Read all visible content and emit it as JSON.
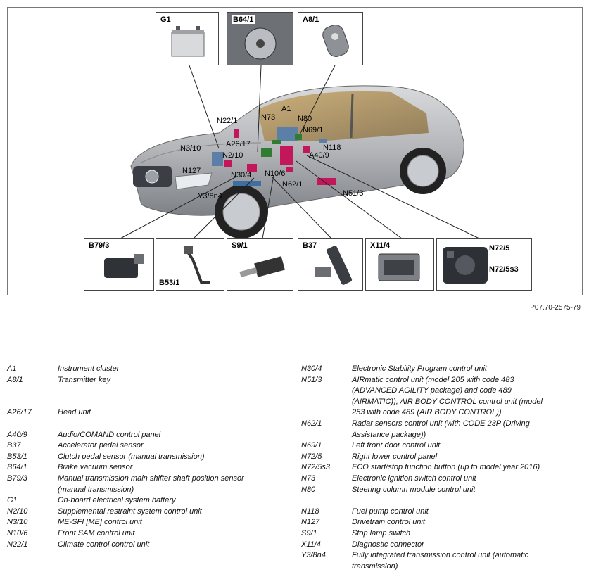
{
  "figure": {
    "reference": "P07.70-2575-79",
    "callouts": [
      "A1",
      "A26/17",
      "A40/9",
      "N10/6",
      "N118",
      "N127",
      "N2/10",
      "N22/1",
      "N3/10",
      "N30/4",
      "N51/3",
      "N62/1",
      "N69/1",
      "N73",
      "N80",
      "Y3/8n4"
    ],
    "panels": {
      "g1": "G1",
      "b64_1": "B64/1",
      "a8_1": "A8/1",
      "b79_3": "B79/3",
      "b53_1": "B53/1",
      "s9_1": "S9/1",
      "b37": "B37",
      "x11_4": "X11/4",
      "n72_5": "N72/5",
      "n72_5s3": "N72/5s3"
    }
  },
  "legend_left": [
    {
      "code": "A1",
      "desc": "Instrument cluster"
    },
    {
      "code": "A8/1",
      "desc": "Transmitter key"
    },
    {
      "code": "",
      "desc": ""
    },
    {
      "code": "",
      "desc": ""
    },
    {
      "code": "A26/17",
      "desc": "Head unit"
    },
    {
      "code": "",
      "desc": ""
    },
    {
      "code": "A40/9",
      "desc": "Audio/COMAND control panel"
    },
    {
      "code": "B37",
      "desc": "Accelerator pedal sensor"
    },
    {
      "code": "B53/1",
      "desc": "Clutch pedal sensor (manual transmission)"
    },
    {
      "code": "B64/1",
      "desc": "Brake vacuum sensor"
    },
    {
      "code": "B79/3",
      "desc": "Manual transmission main shifter shaft position sensor"
    },
    {
      "code": "",
      "desc": "(manual transmission)"
    },
    {
      "code": "G1",
      "desc": "On-board electrical system battery"
    },
    {
      "code": "N2/10",
      "desc": "Supplemental restraint system control unit"
    },
    {
      "code": "N3/10",
      "desc": "ME-SFI [ME] control unit"
    },
    {
      "code": "N10/6",
      "desc": "Front SAM control unit"
    },
    {
      "code": "N22/1",
      "desc": "Climate control control unit"
    }
  ],
  "legend_right": [
    {
      "code": "N30/4",
      "desc": "Electronic Stability Program control unit"
    },
    {
      "code": "N51/3",
      "desc": "AIRmatic control unit (model 205 with code 483"
    },
    {
      "code": "",
      "desc": "(ADVANCED AGILITY package) and code 489"
    },
    {
      "code": "",
      "desc": "(AIRMATIC)), AIR BODY CONTROL control unit (model"
    },
    {
      "code": "",
      "desc": "253 with code 489 (AIR BODY CONTROL))"
    },
    {
      "code": "N62/1",
      "desc": "Radar sensors control unit (with CODE 23P (Driving"
    },
    {
      "code": "",
      "desc": "Assistance package))"
    },
    {
      "code": "N69/1",
      "desc": "Left front door control unit"
    },
    {
      "code": "N72/5",
      "desc": "Right lower control panel"
    },
    {
      "code": "N72/5s3",
      "desc": "ECO start/stop function button (up to model year 2016)"
    },
    {
      "code": "N73",
      "desc": "Electronic ignition switch control unit"
    },
    {
      "code": "N80",
      "desc": "Steering column module control unit"
    },
    {
      "code": "",
      "desc": ""
    },
    {
      "code": "N118",
      "desc": "Fuel pump control unit"
    },
    {
      "code": "N127",
      "desc": "Drivetrain control unit"
    },
    {
      "code": "S9/1",
      "desc": "Stop lamp switch"
    },
    {
      "code": "X11/4",
      "desc": "Diagnostic connector"
    },
    {
      "code": "Y3/8n4",
      "desc": "Fully integrated transmission control unit (automatic"
    },
    {
      "code": "",
      "desc": "transmission)"
    }
  ]
}
